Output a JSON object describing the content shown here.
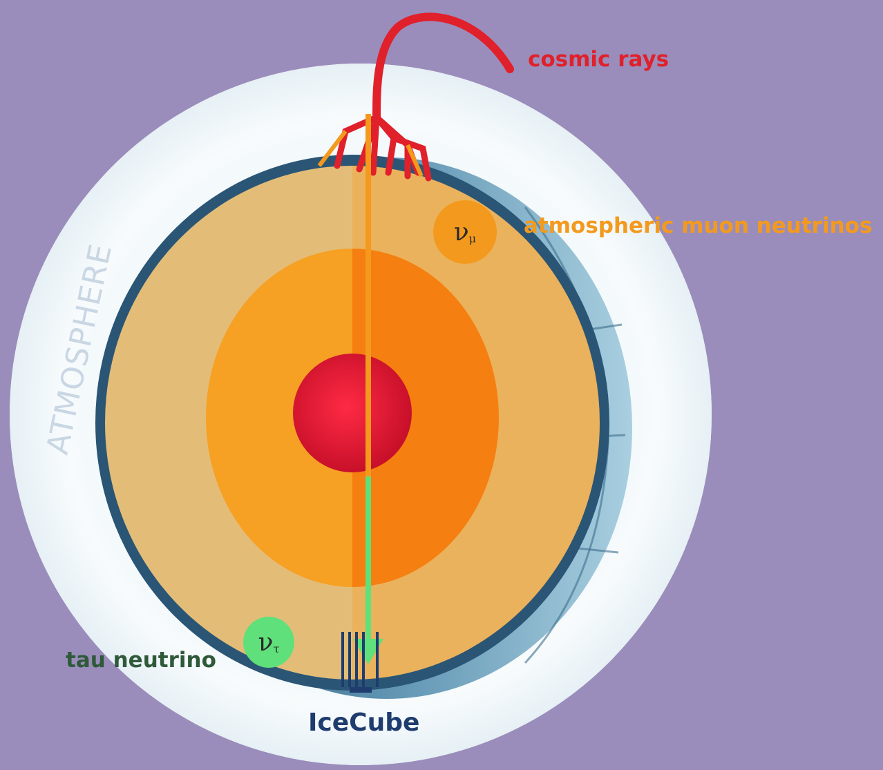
{
  "labels": {
    "cosmic_rays": "cosmic rays",
    "atmospheric_muon_neutrinos": "atmospheric muon neutrinos",
    "tau_neutrino": "tau neutrino",
    "icecube": "IceCube",
    "atmosphere": "ATMOSPHERE",
    "nu_mu_symbol": "ν",
    "nu_mu_sub": "μ",
    "nu_tau_symbol": "ν",
    "nu_tau_sub": "τ"
  },
  "colors": {
    "background": "#9b8dbb",
    "cosmic_rays": "#e0202a",
    "atmospheric_muon_neutrinos": "#f39a1e",
    "tau_neutrino": "#2f5a3a",
    "tau_neutrino_track": "#5fe07a",
    "icecube": "#1f3c6e",
    "inner_core": "#e8193a",
    "outer_core": "#f5a020",
    "mantle": "#e2bc78",
    "crust": "#2b5575",
    "atmosphere_halo": "#f2f8fb",
    "atmosphere_text": "#c9d6e3"
  },
  "icons": {
    "numu_badge": "muon-neutrino-badge",
    "nutau_badge": "tau-neutrino-badge",
    "detector": "icecube-detector-icon"
  }
}
